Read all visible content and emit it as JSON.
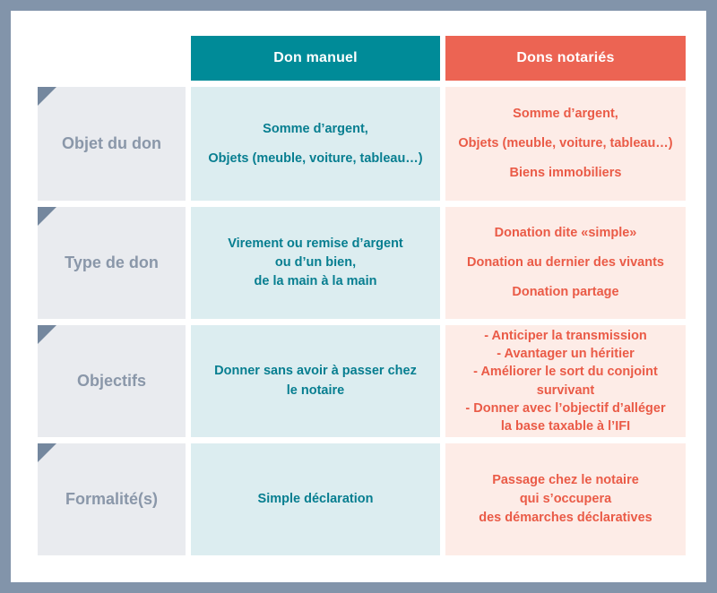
{
  "table": {
    "columns": {
      "manual": {
        "header": "Don manuel"
      },
      "notarial": {
        "header": "Dons notariés"
      }
    },
    "rows": [
      {
        "label": "Objet du don",
        "manual": [
          "Somme d’argent,",
          "Objets (meuble, voiture, tableau…)"
        ],
        "notarial": [
          "Somme d’argent,",
          "Objets (meuble, voiture, tableau…)",
          "Biens immobiliers"
        ]
      },
      {
        "label": "Type de don",
        "manual": [
          "Virement ou remise d’argent",
          "ou d’un bien,",
          "de la main à la main"
        ],
        "notarial": [
          "Donation dite «simple»",
          "Donation au dernier des vivants",
          "Donation partage"
        ]
      },
      {
        "label": "Objectifs",
        "manual": [
          "Donner sans avoir à passer chez",
          "le notaire"
        ],
        "notarial": [
          "- Anticiper la transmission",
          "- Avantager un héritier",
          "- Améliorer le sort du conjoint",
          "survivant",
          "- Donner avec l’objectif d’alléger",
          "la base taxable à l’IFI"
        ]
      },
      {
        "label": "Formalité(s)",
        "manual": [
          "Simple déclaration"
        ],
        "notarial": [
          "Passage chez le notaire",
          "qui s’occupera",
          "des démarches déclaratives"
        ]
      }
    ],
    "colors": {
      "frame": "#8294aa",
      "teal_header_bg": "#008b98",
      "coral_header_bg": "#ec6453",
      "teal_cell_bg": "#dcedf0",
      "coral_cell_bg": "#fdece7",
      "teal_text": "#077e90",
      "coral_text": "#ea5b47",
      "label_cell_bg": "#e9ebef",
      "label_text": "#8a97a9",
      "corner_triangle": "#74879e"
    }
  }
}
